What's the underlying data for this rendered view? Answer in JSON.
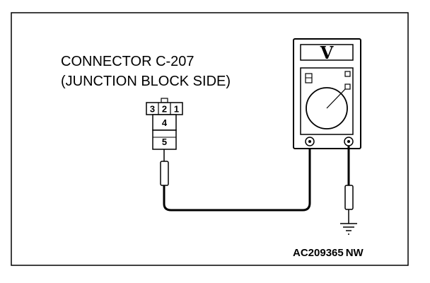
{
  "connector": {
    "title_line1": "CONNECTOR C-207",
    "title_line2": "(JUNCTION BLOCK SIDE)",
    "pins": [
      "3",
      "2",
      "1",
      "4",
      "5"
    ]
  },
  "meter": {
    "display_symbol": "V"
  },
  "figure": {
    "code": "AC209365",
    "suffix": "NW"
  },
  "colors": {
    "line": "#000000",
    "background": "#ffffff"
  }
}
